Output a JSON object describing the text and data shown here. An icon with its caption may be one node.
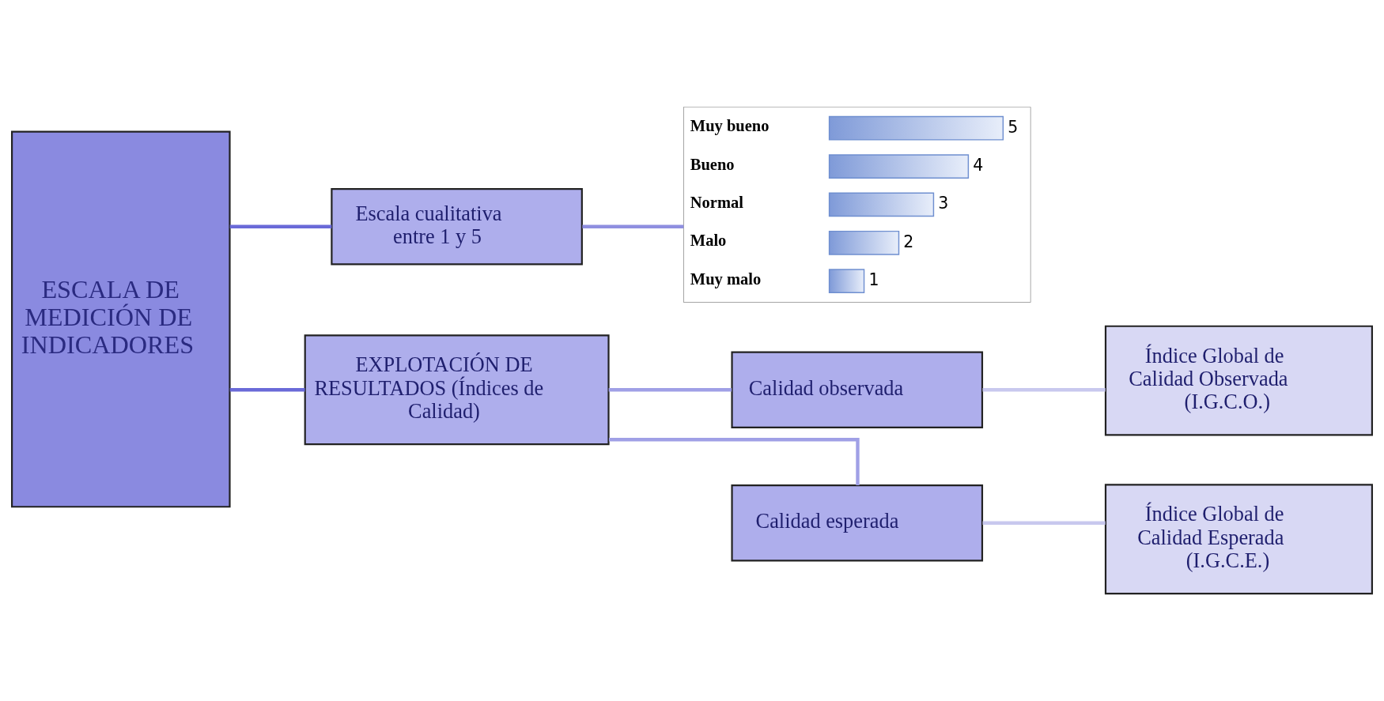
{
  "diagram": {
    "nodes": [
      {
        "text": [
          "ESCALA DE MEDICIÓN DE INDICADORES"
        ]
      },
      {
        "text": [
          "Escala cualitativa entre 1 y 5"
        ]
      },
      {
        "text": [],
        "shape": "box"
      },
      {
        "text": [
          "EXPLOTACIÓN DE RESULTADOS (Índices de Calidad)"
        ]
      },
      {
        "text": [
          "Calidad observada"
        ]
      },
      {
        "text": [
          "Calidad esperada"
        ]
      },
      {
        "text": [
          "Índice Global de Calidad Observada (I.G.C.O.)"
        ]
      },
      {
        "text": [
          "Índice Global de Calidad Esperada (I.G.C.E.)"
        ]
      }
    ],
    "edges": [
      {
        "from": 0,
        "to": 1,
        "arrow": "none",
        "color": "#6a6ad8"
      },
      {
        "from": 0,
        "to": 3,
        "arrow": "none",
        "color": "#6a6ad8"
      },
      {
        "from": 1,
        "to": 2,
        "arrow": "none",
        "color": "#8f8fe0"
      },
      {
        "from": 3,
        "to": 4,
        "arrow": "none",
        "color": "#a0a0e6"
      },
      {
        "from": 3,
        "to": 5,
        "arrow": "none",
        "color": "#a0a0e6"
      },
      {
        "from": 4,
        "to": 6,
        "arrow": "none",
        "color": "#c8c8ee"
      },
      {
        "from": 5,
        "to": 7,
        "arrow": "none",
        "color": "#c8c8ee"
      }
    ],
    "chart_data": {
      "type": "bar",
      "orientation": "horizontal",
      "categories": [
        "Muy bueno",
        "Bueno",
        "Normal",
        "Malo",
        "Muy malo"
      ],
      "values": [
        5,
        4,
        3,
        2,
        1
      ],
      "data_labels": true
    }
  }
}
